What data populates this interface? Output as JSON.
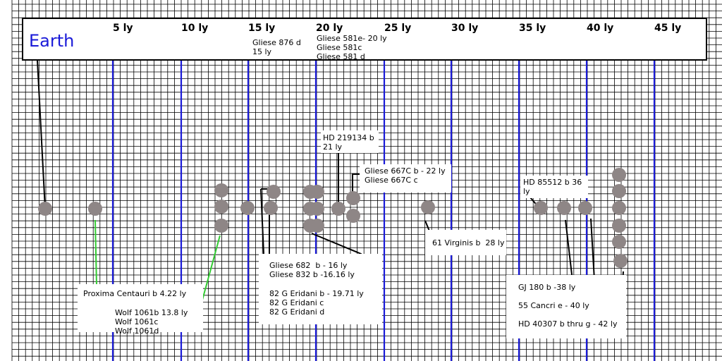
{
  "header": {
    "earth": "Earth"
  },
  "ticks": [
    "5 ly",
    "10 ly",
    "15 ly",
    "20 ly",
    "25 ly",
    "30 ly",
    "35 ly",
    "40 ly",
    "45 ly"
  ],
  "labels": {
    "gliese876": [
      "Gliese 876 d",
      "15 ly"
    ],
    "gliese581": [
      "Gliese 581e- 20 ly",
      "Gliese 581c",
      "Gliese 581 d"
    ],
    "hd219134": [
      "HD 219134 b",
      "21 ly"
    ],
    "gliese667": [
      "Gliese 667C b - 22 ly",
      "Gliese 667C c"
    ],
    "hd85512": [
      "HD 85512 b 36",
      "ly"
    ],
    "virginis": [
      "61 Virginis b  28 ly"
    ],
    "gliese682": [
      "Gliese 682  b - 16 ly",
      "Gliese 832 b -16.16 ly"
    ],
    "eridani": [
      "82 G Eridani b - 19.71 ly",
      "82 G Eridani c",
      "82 G Eridani d"
    ],
    "proxima": [
      "Proxima Centauri b 4.22 ly"
    ],
    "wolf": [
      "Wolf 1061b 13.8 ly",
      "Wolf 1061c",
      "Wolf 1061d"
    ],
    "gj180": [
      "GJ 180 b -38 ly"
    ],
    "cancri": [
      "55 Cancri e - 40 ly"
    ],
    "hd40307": [
      "HD 40307 b thru g - 42 ly"
    ]
  },
  "colors": {
    "grid": "#000000",
    "axis": "#1a1ad8",
    "dot": "#8e8686",
    "green_connector": "#33cc33"
  }
}
